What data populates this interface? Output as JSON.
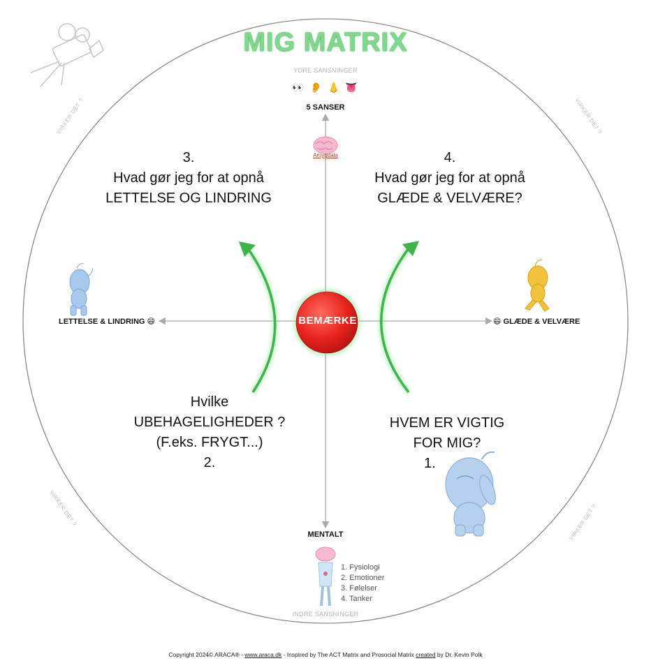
{
  "title": "MIG MATRIX",
  "top_axis": {
    "sub_label": "YDRE SANSNINGER",
    "senses_icons": "👀 👂 👃 👅",
    "label": "5 SANSER",
    "amygdala_label": "Amygdala"
  },
  "bottom_axis": {
    "label": "MENTALT",
    "sub_label": "INDRE SANSNINGER",
    "list": [
      "1.  Fysiologi",
      "2.  Emotioner",
      "3.  Følelser",
      "4.  Tanker"
    ]
  },
  "left_axis": {
    "label": "LETTELSE & LINDRING 😄"
  },
  "right_axis": {
    "label": "😄  GLÆDE & VELVÆRE"
  },
  "center": {
    "label": "BEMÆRKE",
    "color": "#e8231f"
  },
  "quadrants": {
    "q3": {
      "number": "3.",
      "line1": "Hvad gør jeg for at opnå",
      "line2": "LETTELSE OG LINDRING"
    },
    "q4": {
      "number": "4.",
      "line1": "Hvad gør jeg for at opnå",
      "line2": "GLÆDE & VELVÆRE?"
    },
    "q2": {
      "line1": "Hvilke",
      "line2": "UBEHAGELIGHEDER ?",
      "line3": "(F.eks. FRYGT...)",
      "number": "2."
    },
    "q1": {
      "line1": "HVEM ER VIGTIG",
      "line2": "FOR MIG?",
      "number": "1."
    }
  },
  "corner_labels": [
    "VIRKER DET ?",
    "VIRKER DET ?",
    "VIRKER DET ?",
    "VIRKER DET ?"
  ],
  "footer": {
    "prefix": "Copyright 2024© ARACA® - ",
    "link": "www.araca.dk",
    "suffix": " - Inspired by The ACT Matrix and Prosocial Matrix ",
    "created": "created",
    "author": " by Dr. Kevin Polk"
  },
  "colors": {
    "title_green": "#7ed98a",
    "arrow_green": "#3cb54a",
    "axis_grey": "#a9a9a9",
    "circle": "#8a8a8a",
    "figure_blue": "#a8c8ec",
    "figure_yellow": "#f2c33a"
  }
}
